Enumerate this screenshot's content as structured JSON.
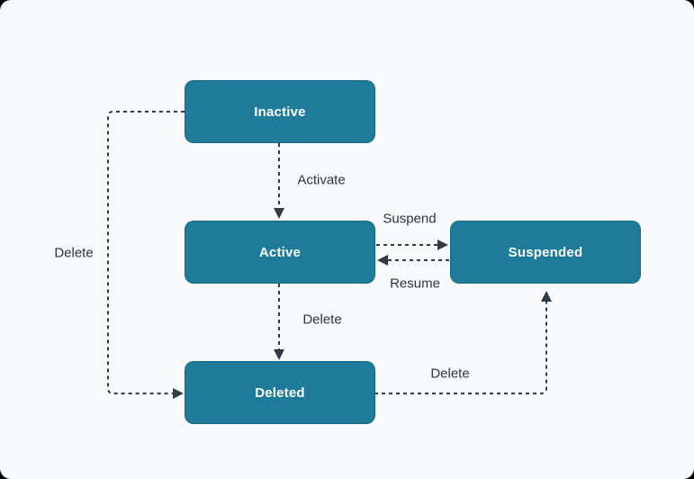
{
  "diagram": {
    "type": "state-diagram",
    "states": [
      {
        "id": "inactive",
        "label": "Inactive"
      },
      {
        "id": "active",
        "label": "Active"
      },
      {
        "id": "suspended",
        "label": "Suspended"
      },
      {
        "id": "deleted",
        "label": "Deleted"
      }
    ],
    "transitions": [
      {
        "from": "inactive",
        "to": "active",
        "label": "Activate"
      },
      {
        "from": "active",
        "to": "suspended",
        "label": "Suspend"
      },
      {
        "from": "suspended",
        "to": "active",
        "label": "Resume"
      },
      {
        "from": "active",
        "to": "deleted",
        "label": "Delete"
      },
      {
        "from": "inactive",
        "to": "deleted",
        "label": "Delete"
      },
      {
        "from": "deleted",
        "to": "suspended",
        "label": "Delete"
      }
    ],
    "colors": {
      "state_fill": "#1e7b9a",
      "state_text": "#ffffff",
      "edge_stroke": "#333b44",
      "edge_label_text": "#333333",
      "canvas_background": "#f8fafb"
    },
    "edge_style": "dashed"
  }
}
